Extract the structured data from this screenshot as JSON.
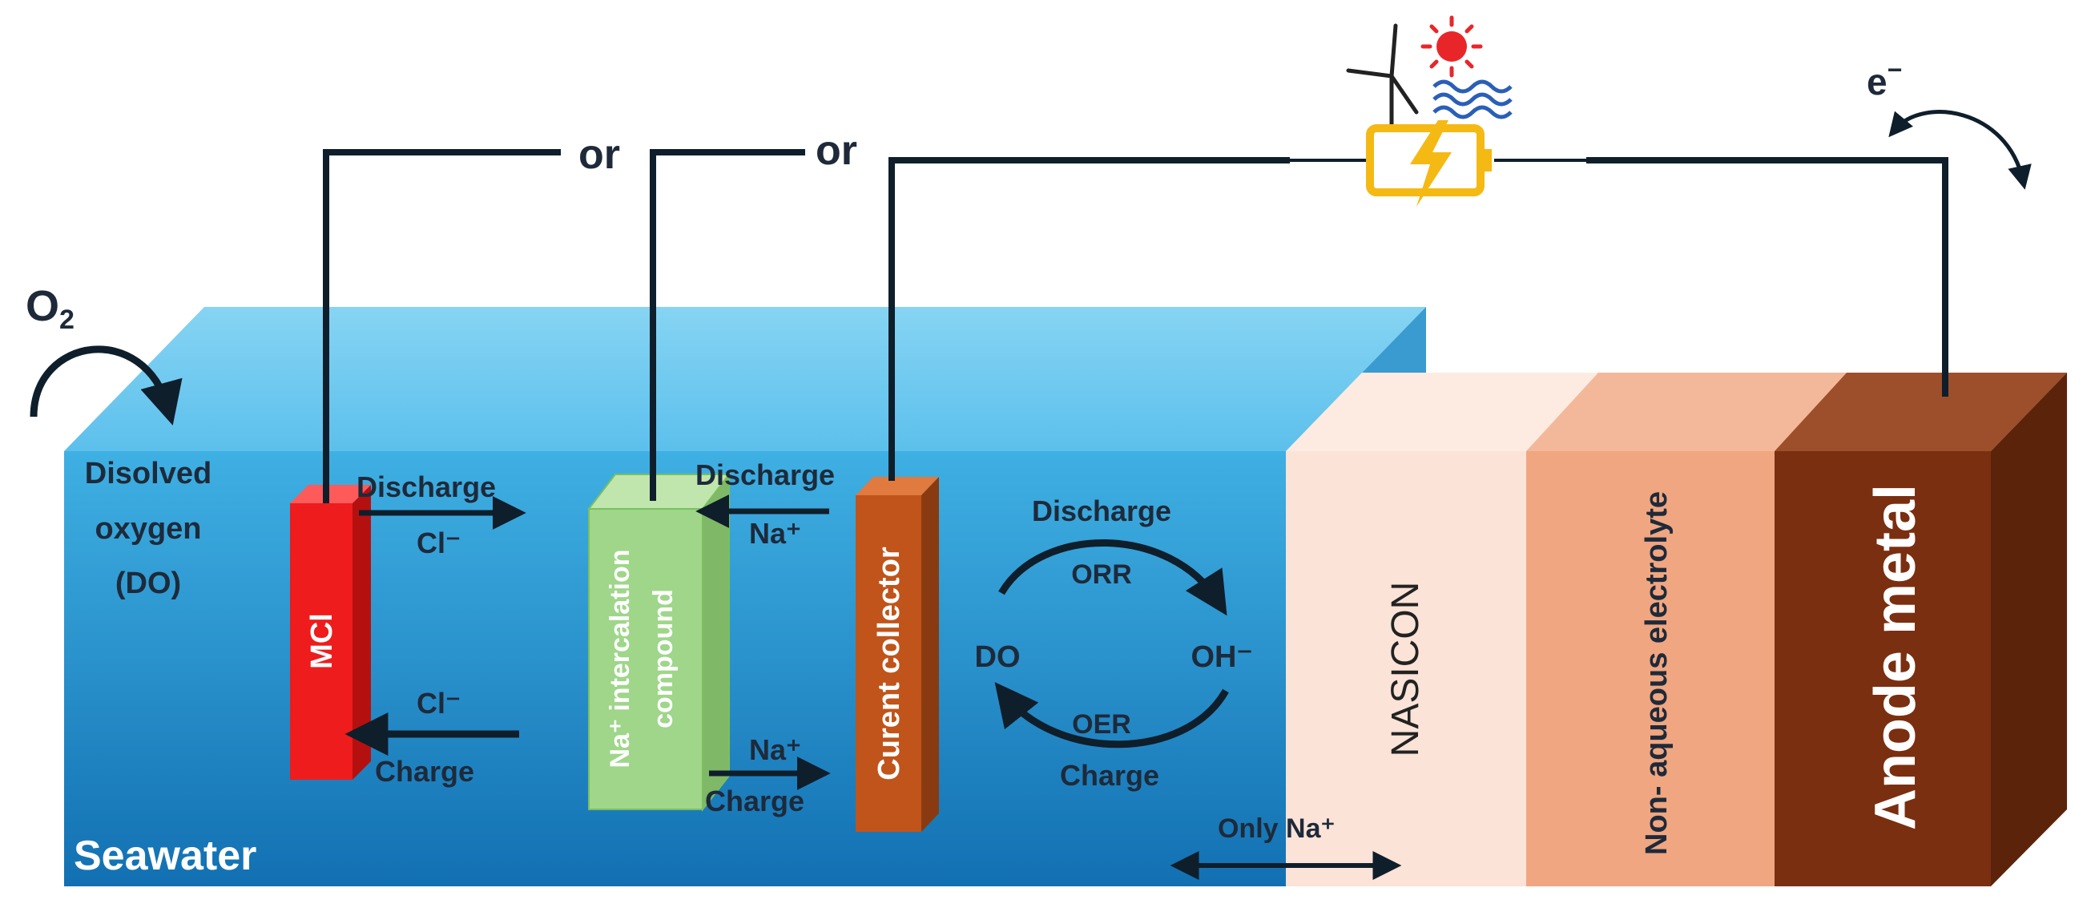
{
  "labels": {
    "o2": "O",
    "o2_sub": "2",
    "electron": "e",
    "electron_sup": "−",
    "or_1": "or",
    "or_2": "or",
    "dissolved_oxygen_l1": "Disolved",
    "dissolved_oxygen_l2": "oxygen",
    "dissolved_oxygen_l3": "(DO)",
    "seawater": "Seawater",
    "mci": "MCl",
    "na_intercalation_l1": "Na⁺ intercalation",
    "na_intercalation_l2": "compound",
    "current_collector": "Curent collector",
    "nasicon": "NASICON",
    "non_aqueous": "Non- aqueous electrolyte",
    "anode_metal": "Anode metal",
    "mcl_discharge": "Discharge",
    "mcl_discharge_ion": "Cl⁻",
    "mcl_charge_ion": "Cl⁻",
    "mcl_charge": "Charge",
    "na_discharge": "Discharge",
    "na_discharge_ion": "Na⁺",
    "na_charge_ion": "Na⁺",
    "na_charge": "Charge",
    "cycle_discharge": "Discharge",
    "cycle_orr": "ORR",
    "cycle_do": "DO",
    "cycle_oh": "OH⁻",
    "cycle_oer": "OER",
    "cycle_charge": "Charge",
    "only_na": "Only Na⁺"
  },
  "colors": {
    "seawater_top": "#4fb8e6",
    "seawater_bottom": "#1576b8",
    "seawater_lid": "#7dcdf0",
    "mci": "#ee1c1c",
    "na_compound": "#9fd68a",
    "current_collector": "#c0541a",
    "nasicon": "#fbe3d7",
    "non_aqueous": "#f0a680",
    "anode": "#7a2f10",
    "wire": "#0f1e2b",
    "battery": "#f5b914",
    "sun": "#e8262a",
    "waves": "#2a5fb8"
  },
  "icons": [
    "wind-turbine-icon",
    "sun-icon",
    "waves-icon",
    "battery-icon"
  ]
}
